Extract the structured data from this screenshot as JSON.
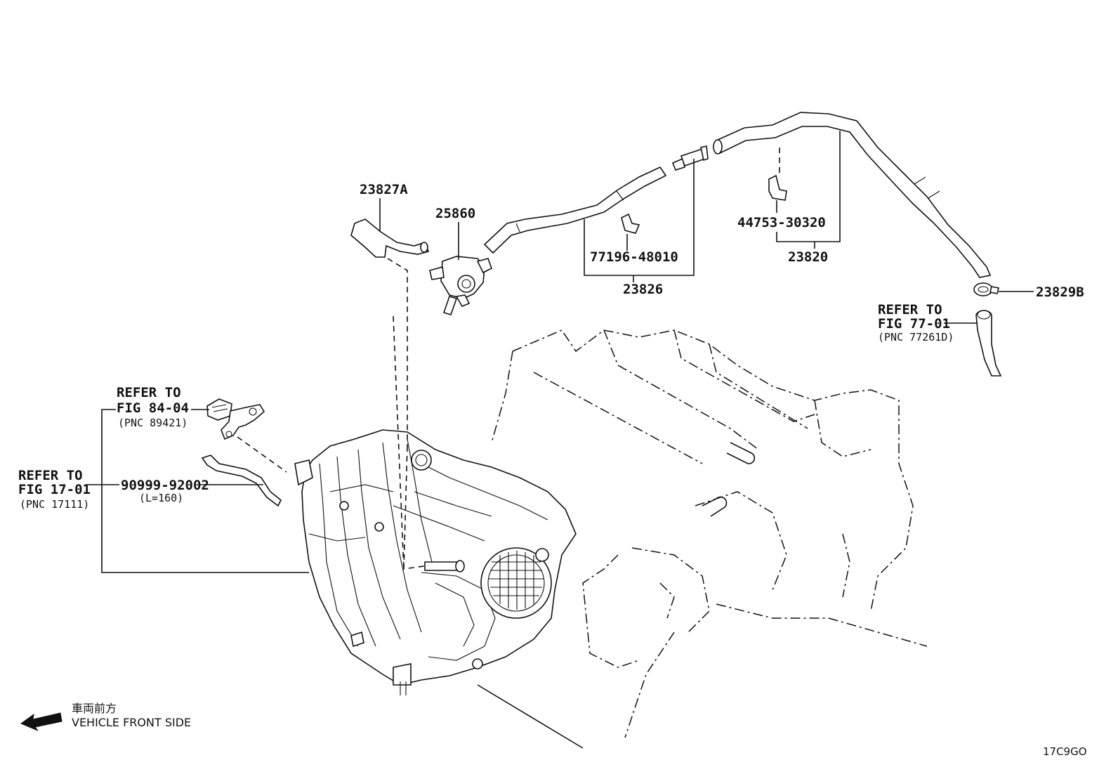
{
  "parts": {
    "p23827a": "23827A",
    "p25860": "25860",
    "p77196": "77196-48010",
    "p23826": "23826",
    "p44753": "44753-30320",
    "p23820": "23820",
    "p23829b": "23829B",
    "p90999": "90999-92002",
    "p90999_len": "(L=160)"
  },
  "refs": {
    "fig77": {
      "line1": "REFER TO",
      "line2": "FIG 77-01",
      "pnc": "(PNC 77261D)"
    },
    "fig84": {
      "line1": "REFER TO",
      "line2": "FIG 84-04",
      "pnc": "(PNC 89421)"
    },
    "fig17": {
      "line1": "REFER TO",
      "line2": "FIG 17-01",
      "pnc": "(PNC 17111)"
    }
  },
  "legend": {
    "jp": "車両前方",
    "en": "VEHICLE FRONT SIDE",
    "arrow_icon": "arrow-left-icon"
  },
  "diagram_code": "17C9GO"
}
